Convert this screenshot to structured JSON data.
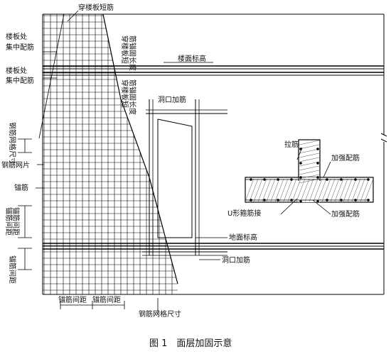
{
  "figure": {
    "caption": "图 1　面层加固示意"
  },
  "labels": {
    "short_bar": "穿楼板短筋",
    "slab_bars_1_line1": "楼板处",
    "slab_bars_1_line2": "集中配筋",
    "slab_bars_2_line1": "楼板处",
    "slab_bars_2_line2": "集中配筋",
    "floor_level_top": "楼面标高",
    "diag_top_line1": "穿楼板短",
    "diag_top_line2": "筋锚固长度",
    "diag_mid_line1": "穿楼板短",
    "diag_mid_line2": "筋锚固长度",
    "opening_bar_top": "洞口加筋",
    "mesh_grid_size_left": "钢筋网格尺寸",
    "mesh_sheet": "钢筋网片",
    "anchor_bar": "锚筋",
    "anchor_spacing_1": "锚筋间距",
    "anchor_spacing_2": "锚筋间距",
    "anchor_spacing_3": "锚筋间距",
    "tie_bar": "拉筋",
    "strengthen_bar_1": "加强配筋",
    "strengthen_bar_2": "加强配筋",
    "u_stirrup": "U形箍筋接",
    "floor_level_bottom": "地面标高",
    "opening_bar_bottom": "洞口加筋",
    "bottom_spacing_1": "锚筋间距",
    "bottom_spacing_2": "锚筋间距",
    "mesh_grid_size_bottom": "钢筋网格尺寸"
  }
}
